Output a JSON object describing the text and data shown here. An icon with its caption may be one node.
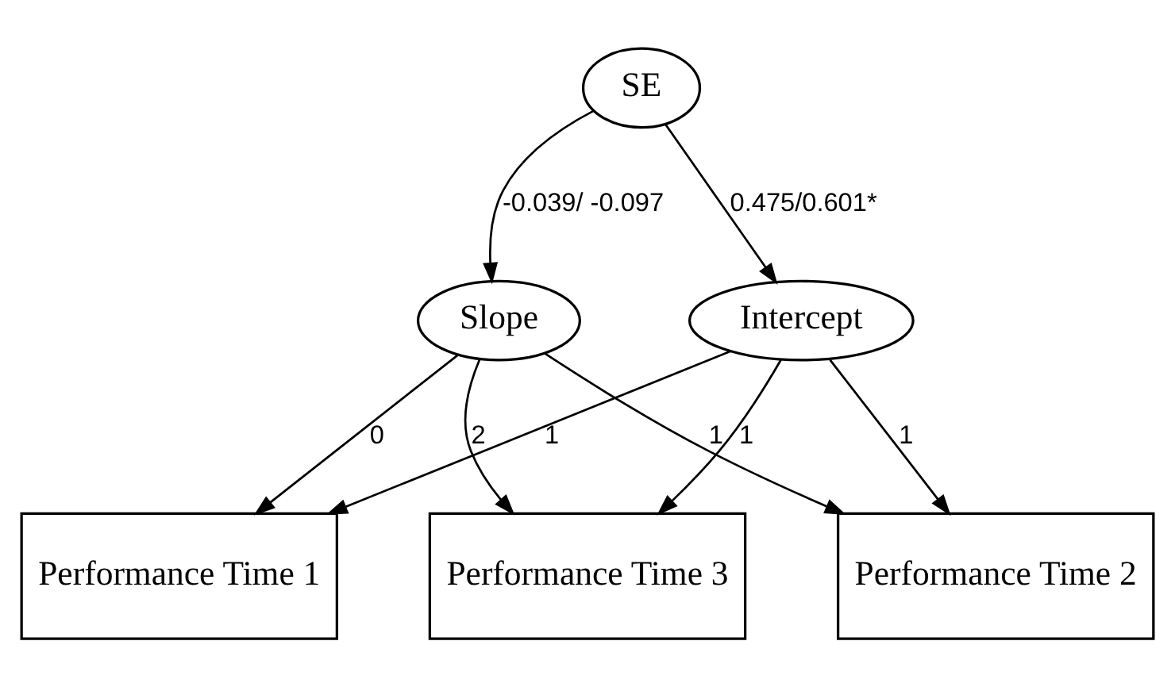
{
  "diagram": {
    "nodes": [
      {
        "text": [
          "SE"
        ]
      },
      {
        "text": [
          "Intercept"
        ]
      },
      {
        "text": [
          "Slope"
        ]
      },
      {
        "text": [
          "Performance Time 1"
        ]
      },
      {
        "text": [
          "Performance Time 2"
        ]
      },
      {
        "text": [
          "Performance Time 3"
        ]
      }
    ],
    "edges": [
      {
        "from": 0,
        "to": 1,
        "arrow": "to",
        "label": "0.475/0.601*"
      },
      {
        "from": 0,
        "to": 2,
        "arrow": "to",
        "label": "-0.039/ -0.097"
      },
      {
        "from": 1,
        "to": 3,
        "arrow": "to",
        "label": "1"
      },
      {
        "from": 1,
        "to": 4,
        "arrow": "to",
        "label": "1"
      },
      {
        "from": 1,
        "to": 5,
        "arrow": "to",
        "label": "1"
      },
      {
        "from": 2,
        "to": 3,
        "arrow": "to",
        "label": "0"
      },
      {
        "from": 2,
        "to": 4,
        "arrow": "to",
        "label": "1"
      },
      {
        "from": 2,
        "to": 5,
        "arrow": "to",
        "label": "2"
      }
    ]
  }
}
